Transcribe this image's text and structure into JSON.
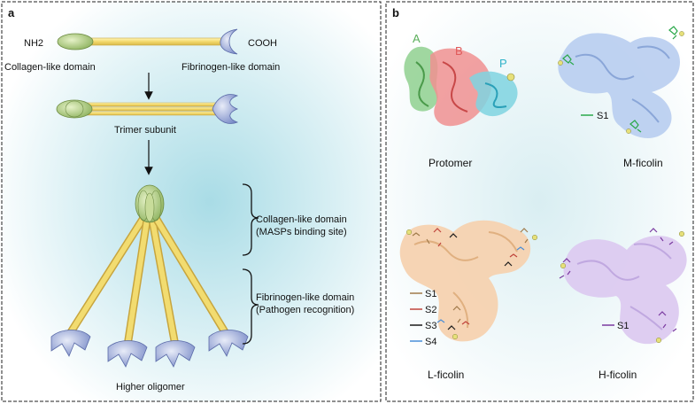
{
  "panel_a": {
    "label": "a",
    "nh2": "NH2",
    "cooh": "COOH",
    "collagen_label": "Collagen-like domain",
    "fibrinogen_label": "Fibrinogen-like domain",
    "trimer_label": "Trimer subunit",
    "oligomer_label": "Higher oligomer",
    "bracket1_line1": "Collagen-like domain",
    "bracket1_line2": "(MASPs binding site)",
    "bracket2_line1": "Fibrinogen-like domain",
    "bracket2_line2": "(Pathogen recognition)"
  },
  "panel_b": {
    "label": "b",
    "protomer": {
      "title": "Protomer",
      "chain_a": "A",
      "chain_b": "B",
      "chain_p": "P"
    },
    "m_ficolin": {
      "title": "M-ficolin",
      "legend": [
        "S1"
      ]
    },
    "l_ficolin": {
      "title": "L-ficolin",
      "legend": [
        "S1",
        "S2",
        "S3",
        "S4"
      ]
    },
    "h_ficolin": {
      "title": "H-ficolin",
      "legend": [
        "S1"
      ]
    }
  },
  "colors": {
    "chain_a": "#5aae5a",
    "chain_b": "#e05a5a",
    "chain_p": "#2eb2c8",
    "m_s1": "#2aa84a",
    "l_s1": "#a07a4a",
    "l_s2": "#c0443c",
    "l_s3": "#1a1a1a",
    "l_s4": "#4a8ed8",
    "h_s1": "#7a3aa0",
    "collagen_head": "#a8c878",
    "fibrinogen_head": "#9aaad8",
    "stalk": "#f2dc70"
  }
}
